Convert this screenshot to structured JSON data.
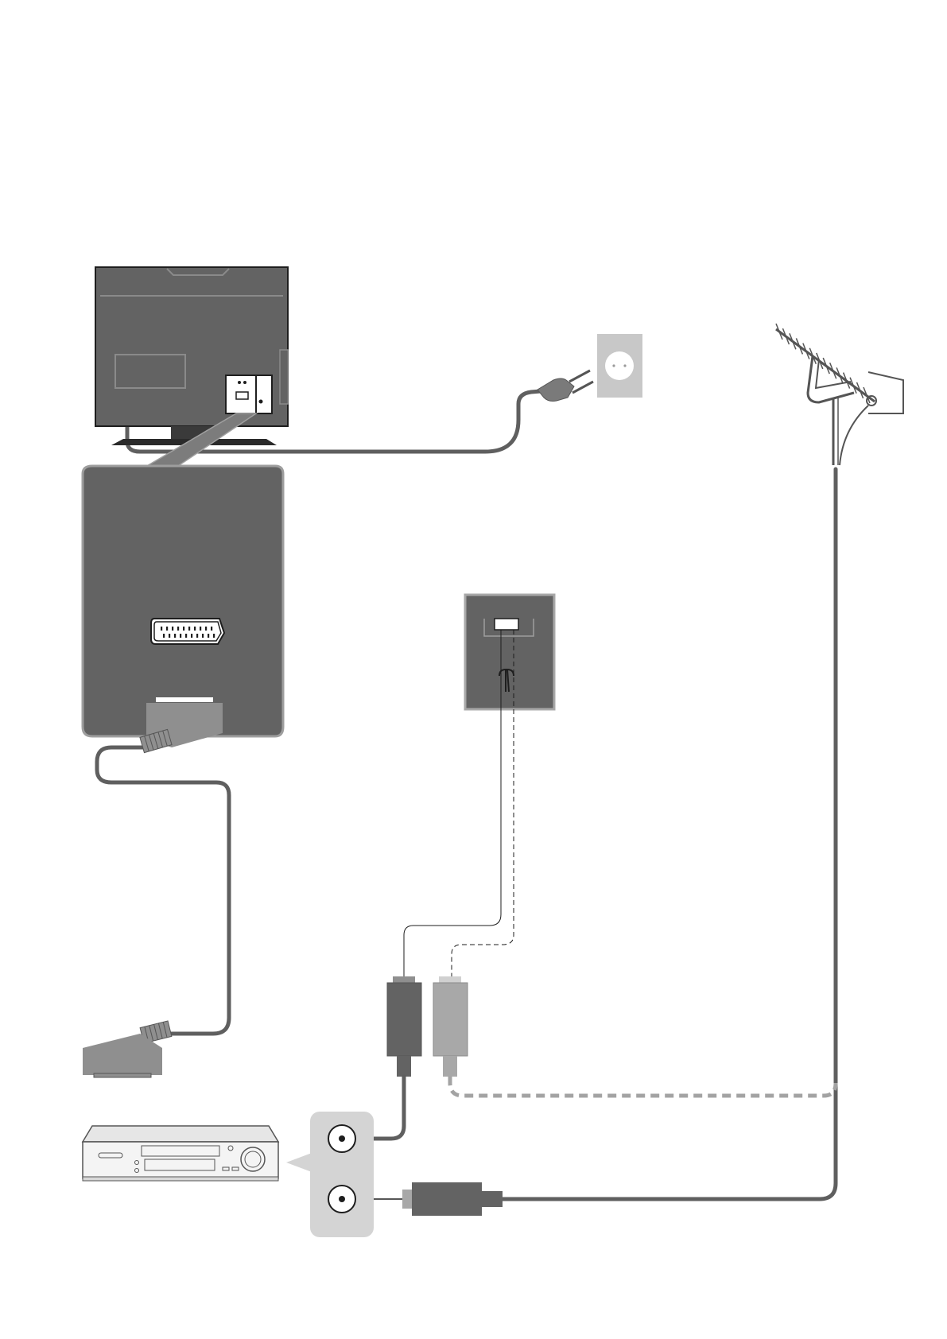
{
  "palette": {
    "device_dark": "#636363",
    "device_outline": "#3a3a3a",
    "cable": "#5f5f5f",
    "cable_light": "#a3a3a3",
    "connector_light": "#a8a8a8",
    "panel_light": "#d4d4d4",
    "outline": "#1e1e1e",
    "white": "#ffffff"
  },
  "components": [
    {
      "id": "tv",
      "icon": "tv-rear-view-icon"
    },
    {
      "id": "tv-rear-panel",
      "icon": "scart-socket-panel-icon"
    },
    {
      "id": "wall-socket",
      "icon": "power-outlet-icon"
    },
    {
      "id": "power-plug",
      "icon": "power-plug-icon"
    },
    {
      "id": "antenna",
      "icon": "yagi-antenna-icon"
    },
    {
      "id": "aerial-wall-outlet",
      "icon": "aerial-outlet-icon"
    },
    {
      "id": "scart-cable",
      "icon": "scart-plug-icon"
    },
    {
      "id": "rf-cables",
      "icon": "coaxial-plug-icon"
    },
    {
      "id": "vcr",
      "icon": "video-recorder-icon"
    },
    {
      "id": "vcr-rf-panel",
      "icon": "rf-in-out-jacks-icon"
    }
  ]
}
